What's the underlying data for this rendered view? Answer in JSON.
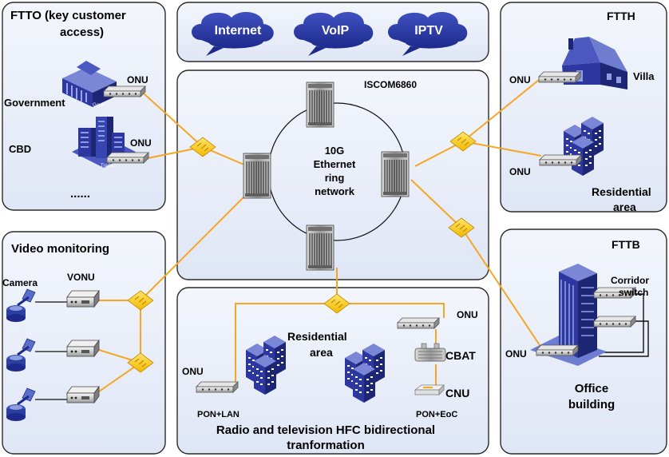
{
  "ftto": {
    "title_line1": "FTTO (key customer",
    "title_line2": "access)",
    "government": "Government",
    "cbd": "CBD",
    "onu": "ONU",
    "ellipsis": "......",
    "gov_sign": "Gove",
    "trade_sign": "Trade"
  },
  "services": {
    "items": [
      "Internet",
      "VoIP",
      "IPTV"
    ]
  },
  "core": {
    "device": "ISCOM6860",
    "ring_line1": "10G",
    "ring_line2": "Ethernet",
    "ring_line3": "ring",
    "ring_line4": "network"
  },
  "ftth": {
    "title": "FTTH",
    "villa": "Villa",
    "residential_line1": "Residential",
    "residential_line2": "area",
    "onu": "ONU"
  },
  "video": {
    "title": "Video monitoring",
    "camera": "Camera",
    "vonu": "VONU"
  },
  "hfc": {
    "onu": "ONU",
    "residential_line1": "Residential",
    "residential_line2": "area",
    "cbat": "CBAT",
    "cnu": "CNU",
    "pon_lan": "PON+LAN",
    "pon_eoc": "PON+EoC",
    "caption_line1": "Radio and television HFC bidirectional",
    "caption_line2": "tranformation"
  },
  "fttb": {
    "title": "FTTB",
    "corridor_line1": "Corridor",
    "corridor_line2": "switch",
    "onu": "ONU",
    "office_line1": "Office",
    "office_line2": "building"
  },
  "colors": {
    "panel_fill": "#e8edf8",
    "link": "#f5a623",
    "splitter": "#ffd21f",
    "cloud": "#2b3aa8",
    "building": "#2c38a0"
  }
}
